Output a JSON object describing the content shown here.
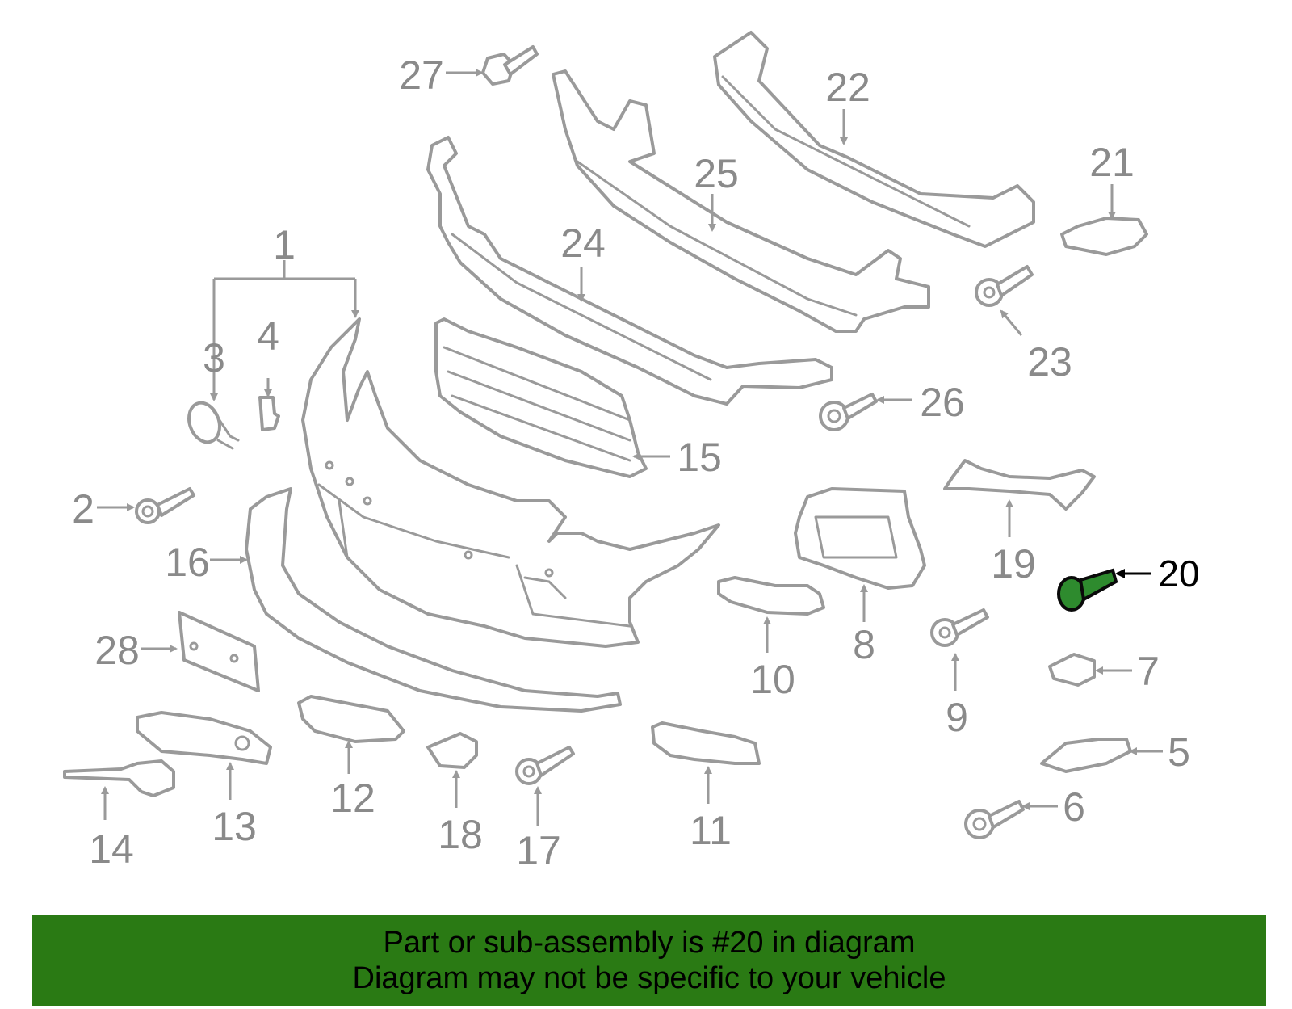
{
  "diagram": {
    "highlight_color": "#2e8b2e",
    "labels": [
      "1",
      "2",
      "3",
      "4",
      "5",
      "6",
      "7",
      "8",
      "9",
      "10",
      "11",
      "12",
      "13",
      "14",
      "15",
      "16",
      "17",
      "18",
      "19",
      "20",
      "21",
      "22",
      "23",
      "24",
      "25",
      "26",
      "27",
      "28"
    ],
    "highlighted_label": "20"
  },
  "banner": {
    "color": "#2a7a14",
    "line1": "Part or sub-assembly is #20 in diagram",
    "line2": "Diagram may not be specific to your vehicle"
  }
}
